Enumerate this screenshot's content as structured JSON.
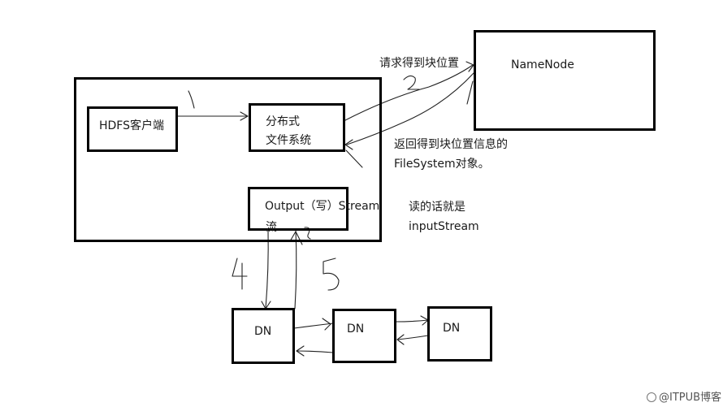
{
  "diagram": {
    "client": {
      "label": "HDFS客户端"
    },
    "dfs": {
      "line1": "分布式",
      "line2": "文件系统"
    },
    "output_stream": {
      "label": "Output（写）Stream",
      "sub": "流"
    },
    "namenode": {
      "label": "NameNode"
    },
    "datanodes": [
      {
        "label": "DN"
      },
      {
        "label": "DN"
      },
      {
        "label": "DN"
      }
    ],
    "annotations": {
      "request_block": "请求得到块位置",
      "return_line1": "返回得到块位置信息的",
      "return_line2": "FileSystem对象。",
      "read_line1": "读的话就是",
      "read_line2": "inputStream"
    },
    "step_numbers": {
      "s1": "1",
      "s2": "2",
      "s3": "3",
      "s4": "4",
      "s5": "5"
    },
    "watermark": "@ITPUB博客"
  }
}
